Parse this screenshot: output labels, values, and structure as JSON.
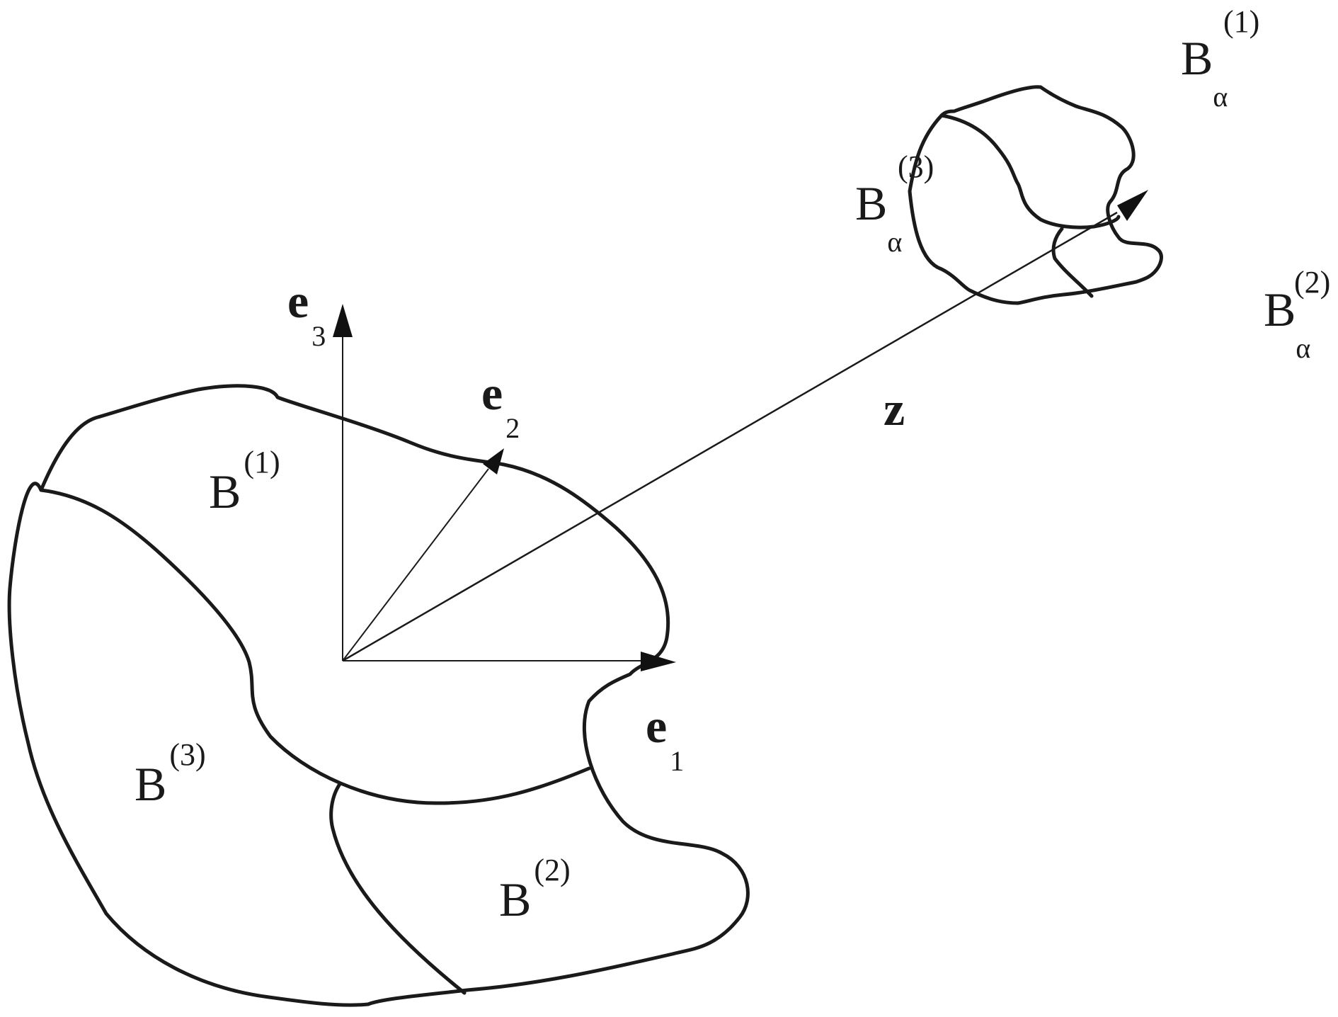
{
  "colors": {
    "ink": "#1a1a1a",
    "background": "#ffffff"
  },
  "body_parts": {
    "reference": [
      {
        "base": "B",
        "sup": "(1)"
      },
      {
        "base": "B",
        "sup": "(2)"
      },
      {
        "base": "B",
        "sup": "(3)"
      }
    ],
    "current": [
      {
        "base": "B",
        "sub": "α",
        "sup": "(1)"
      },
      {
        "base": "B",
        "sub": "α",
        "sup": "(2)"
      },
      {
        "base": "B",
        "sub": "α",
        "sup": "(3)"
      }
    ]
  },
  "basis": {
    "e1": {
      "base": "e",
      "sub": "1"
    },
    "e2": {
      "base": "e",
      "sub": "2"
    },
    "e3": {
      "base": "e",
      "sub": "3"
    }
  },
  "position_vector": {
    "label": "z"
  }
}
